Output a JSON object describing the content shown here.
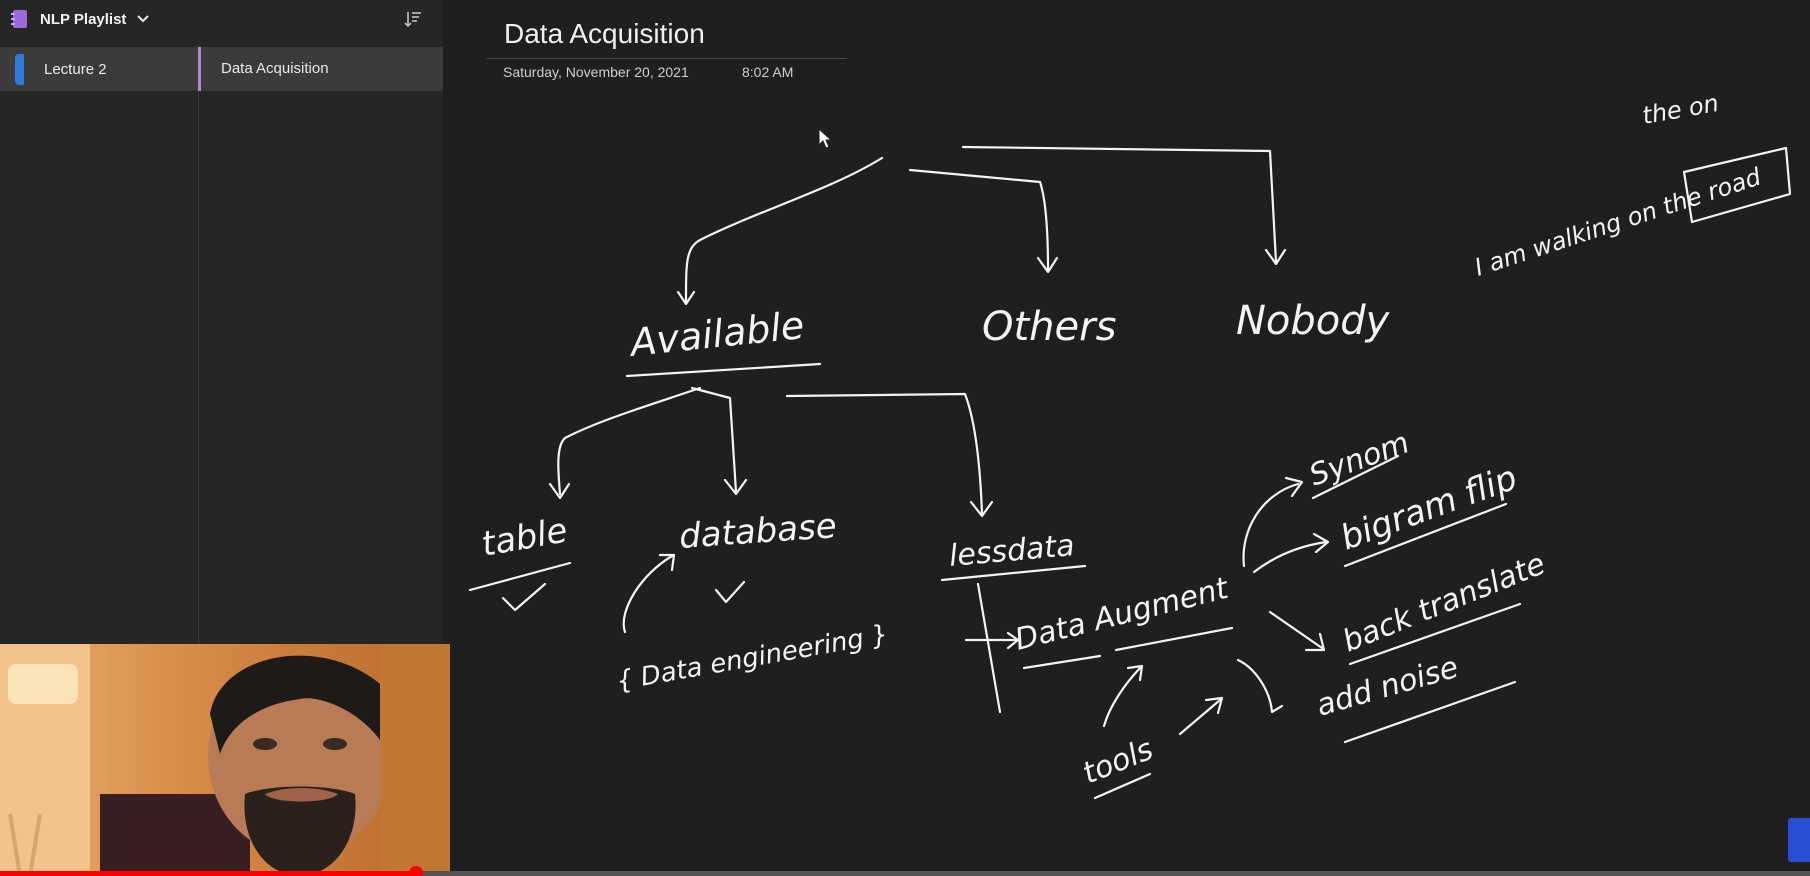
{
  "notebook": {
    "name": "NLP Playlist",
    "icon": "onenote-notebook-icon"
  },
  "sections": [
    {
      "label": "Lecture 2",
      "color": "#2f7bd8"
    }
  ],
  "pages": [
    {
      "label": "Data Acquisition",
      "accent": "#a78ae0"
    }
  ],
  "page": {
    "title": "Data Acquisition",
    "date": "Saturday, November 20, 2021",
    "time": "8:02 AM"
  },
  "ink_notes": {
    "available": "Available",
    "others": "Others",
    "nobody": "Nobody",
    "table": "table",
    "database": "database",
    "lessdata": "lessdata",
    "data_engineering": "{ Data engineering }",
    "data_augment": "Data Augment",
    "synonym": "Synom",
    "bigram_flip": "bigram flip",
    "back_translate": "back translate",
    "add_noise": "add noise",
    "tools": "tools",
    "sentence": "I am walking on the road",
    "the_on": "the on"
  },
  "video": {
    "progress_fraction": 0.23,
    "progress_color": "#ff0000"
  },
  "colors": {
    "canvas": "#1f1f1f",
    "sidebar": "#262626",
    "selected": "#3b3b3b"
  }
}
